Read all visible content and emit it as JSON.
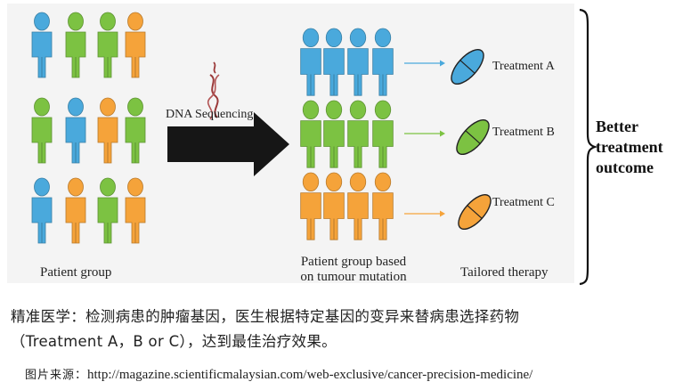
{
  "labels": {
    "patient_group": "Patient group",
    "dna_sequencing": "DNA Sequencing",
    "patient_group_based_line1": "Patient group based",
    "patient_group_based_line2": "on tumour mutation",
    "tailored_therapy": "Tailored therapy",
    "treatment_a": "Treatment A",
    "treatment_b": "Treatment B",
    "treatment_c": "Treatment C",
    "outcome": "Better\ntreatment\noutcome"
  },
  "caption": {
    "line1": "精准医学：检测病患的肿瘤基因，医生根据特定基因的变异来替病患选择药物",
    "line2": "（Treatment A，B or C），达到最佳治疗效果。"
  },
  "source": {
    "prefix": "图片来源：",
    "url": "http://magazine.scientificmalaysian.com/web-exclusive/cancer-precision-medicine/"
  },
  "colors": {
    "blue": "#4aa9dc",
    "green": "#7cc242",
    "orange": "#f5a33a",
    "arrow": "#161616",
    "dna_strand": "#9b3a3a"
  },
  "left_group_colors": [
    [
      "blue",
      "green",
      "green",
      "orange"
    ],
    [
      "green",
      "blue",
      "orange",
      "green"
    ],
    [
      "blue",
      "orange",
      "green",
      "orange"
    ]
  ],
  "right_group_colors": [
    "blue",
    "green",
    "orange"
  ],
  "pill_icons": [
    "blue-pill-icon",
    "green-pill-icon",
    "orange-pill-icon"
  ]
}
